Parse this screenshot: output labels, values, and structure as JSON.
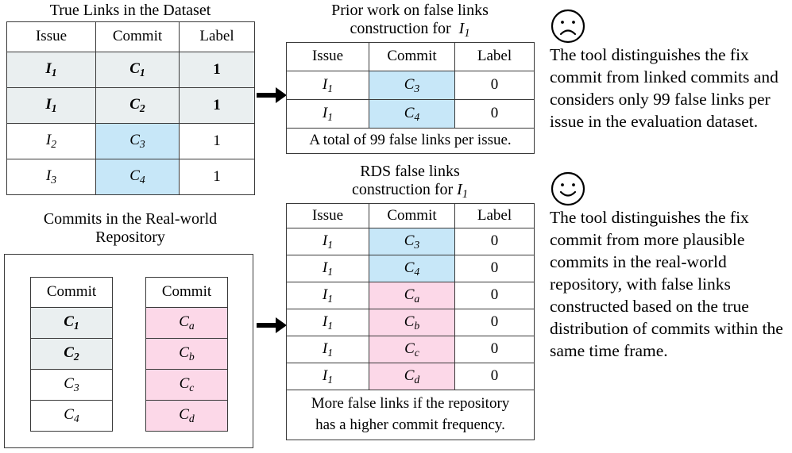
{
  "figure": {
    "title_true_links": "True Links in the Dataset",
    "title_prior_work_line1": "Prior work on false links",
    "title_prior_work_line2": "construction for",
    "title_prior_work_symbol": "I",
    "title_prior_work_symbol_sub": "1",
    "title_rds_line1": "RDS false links",
    "title_rds_line2": "construction for",
    "title_rds_symbol": "I",
    "title_rds_symbol_sub": "1",
    "title_repo_line1": "Commits in the Real-world",
    "title_repo_line2": "Repository"
  },
  "colors": {
    "highlight_gray": "#eaeff0",
    "highlight_blue": "#c7e7f8",
    "highlight_pink": "#fcd8e8",
    "border": "#3a3a3a",
    "text": "#000000"
  },
  "true_links_table": {
    "headers": [
      "Issue",
      "Commit",
      "Label"
    ],
    "rows": [
      {
        "issue": "I",
        "issue_sub": "1",
        "commit": "C",
        "commit_sub": "1",
        "label": "1",
        "issue_style": "gray",
        "commit_style": "gray",
        "label_style": "gray",
        "bold": true
      },
      {
        "issue": "I",
        "issue_sub": "1",
        "commit": "C",
        "commit_sub": "2",
        "label": "1",
        "issue_style": "gray",
        "commit_style": "gray",
        "label_style": "gray",
        "bold": true
      },
      {
        "issue": "I",
        "issue_sub": "2",
        "commit": "C",
        "commit_sub": "3",
        "label": "1",
        "issue_style": "",
        "commit_style": "blue",
        "label_style": "",
        "bold": false
      },
      {
        "issue": "I",
        "issue_sub": "3",
        "commit": "C",
        "commit_sub": "4",
        "label": "1",
        "issue_style": "",
        "commit_style": "blue",
        "label_style": "",
        "bold": false
      }
    ]
  },
  "prior_work_table": {
    "headers": [
      "Issue",
      "Commit",
      "Label"
    ],
    "rows": [
      {
        "issue": "I",
        "issue_sub": "1",
        "commit": "C",
        "commit_sub": "3",
        "label": "0",
        "commit_style": "blue"
      },
      {
        "issue": "I",
        "issue_sub": "1",
        "commit": "C",
        "commit_sub": "4",
        "label": "0",
        "commit_style": "blue"
      }
    ],
    "footer": "A total of 99 false links per issue."
  },
  "rds_table": {
    "headers": [
      "Issue",
      "Commit",
      "Label"
    ],
    "rows": [
      {
        "issue": "I",
        "issue_sub": "1",
        "commit": "C",
        "commit_sub": "3",
        "label": "0",
        "commit_style": "blue"
      },
      {
        "issue": "I",
        "issue_sub": "1",
        "commit": "C",
        "commit_sub": "4",
        "label": "0",
        "commit_style": "blue"
      },
      {
        "issue": "I",
        "issue_sub": "1",
        "commit": "C",
        "commit_sub": "a",
        "label": "0",
        "commit_style": "pink"
      },
      {
        "issue": "I",
        "issue_sub": "1",
        "commit": "C",
        "commit_sub": "b",
        "label": "0",
        "commit_style": "pink"
      },
      {
        "issue": "I",
        "issue_sub": "1",
        "commit": "C",
        "commit_sub": "c",
        "label": "0",
        "commit_style": "pink"
      },
      {
        "issue": "I",
        "issue_sub": "1",
        "commit": "C",
        "commit_sub": "d",
        "label": "0",
        "commit_style": "pink"
      }
    ],
    "footer_line1": "More false links if the repository",
    "footer_line2": "has a higher commit frequency."
  },
  "repository_box": {
    "left_table": {
      "header": "Commit",
      "rows": [
        {
          "commit": "C",
          "commit_sub": "1",
          "style": "gray",
          "bold": true
        },
        {
          "commit": "C",
          "commit_sub": "2",
          "style": "gray",
          "bold": true
        },
        {
          "commit": "C",
          "commit_sub": "3",
          "style": "",
          "bold": false
        },
        {
          "commit": "C",
          "commit_sub": "4",
          "style": "",
          "bold": false
        }
      ]
    },
    "right_table": {
      "header": "Commit",
      "rows": [
        {
          "commit": "C",
          "commit_sub": "a",
          "style": "pink",
          "bold": false
        },
        {
          "commit": "C",
          "commit_sub": "b",
          "style": "pink",
          "bold": false
        },
        {
          "commit": "C",
          "commit_sub": "c",
          "style": "pink",
          "bold": false
        },
        {
          "commit": "C",
          "commit_sub": "d",
          "style": "pink",
          "bold": false
        }
      ]
    }
  },
  "annotations": {
    "sad": {
      "icon": "frowning-face-icon",
      "text": "The tool distinguishes the fix commit from linked commits and considers only 99 false links per issue in the evaluation dataset."
    },
    "happy": {
      "icon": "smiling-face-icon",
      "text": "The tool distinguishes the fix commit from more plausible commits in the real-world repository, with false links constructed based on the true distribution of commits within the same time frame."
    }
  },
  "arrows": [
    {
      "name": "arrow-true-links-to-prior-work"
    },
    {
      "name": "arrow-repository-to-rds"
    }
  ]
}
